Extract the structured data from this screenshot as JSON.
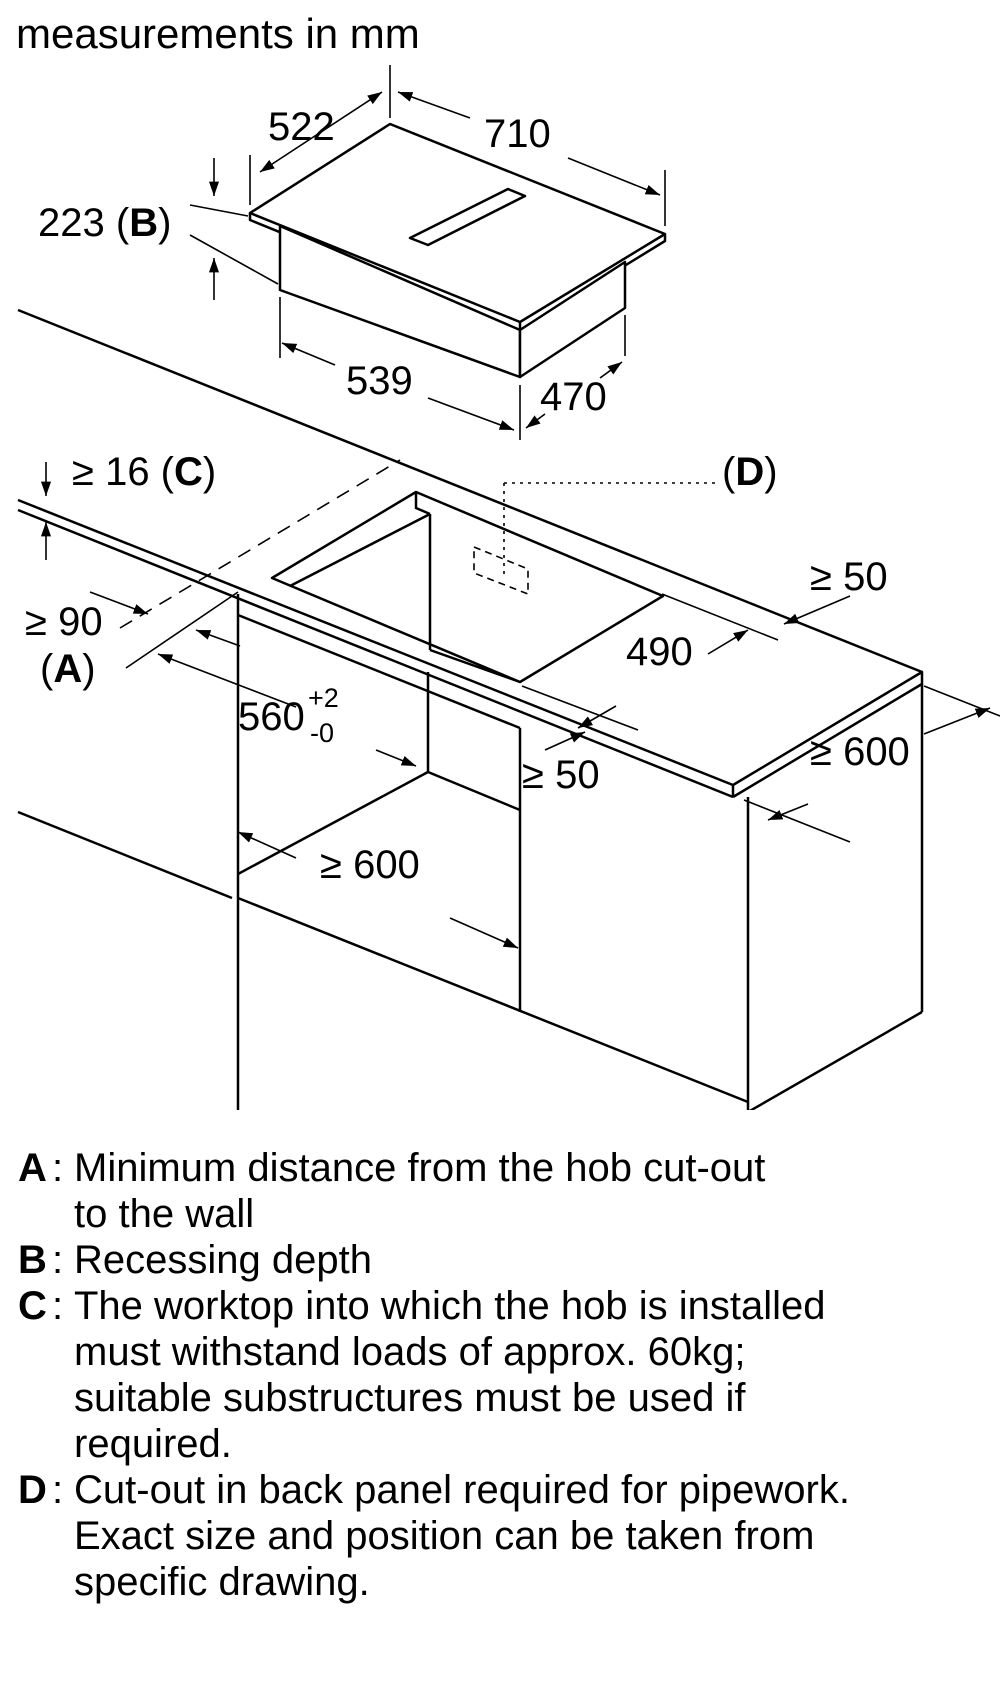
{
  "title": "measurements in mm",
  "hob": {
    "depth_top": "522",
    "width_top": "710",
    "recess_depth": "223",
    "recess_key": "B",
    "body_width": "539",
    "body_depth": "470"
  },
  "worktop": {
    "min_thickness": "≥ 16",
    "thickness_key": "C",
    "wall_distance": "≥ 90",
    "wall_key": "A",
    "cutout_width_main": "560",
    "cutout_width_tol_plus": "+2",
    "cutout_width_tol_minus": "-0",
    "cutout_depth": "490",
    "front_clearance": "≥ 50",
    "side_clearance": "≥ 50",
    "worktop_depth": "≥ 600",
    "cabinet_width": "≥ 600",
    "backpanel_key": "D"
  },
  "legend": [
    {
      "key": "A",
      "text": "Minimum distance from the hob cut-out\nto the wall"
    },
    {
      "key": "B",
      "text": "Recessing depth"
    },
    {
      "key": "C",
      "text": "The worktop into which the hob is installed\nmust withstand loads of approx. 60kg;\nsuitable substructures must be used if\nrequired."
    },
    {
      "key": "D",
      "text": "Cut-out in back panel required for pipework.\nExact size and position can be taken from\nspecific drawing."
    }
  ]
}
